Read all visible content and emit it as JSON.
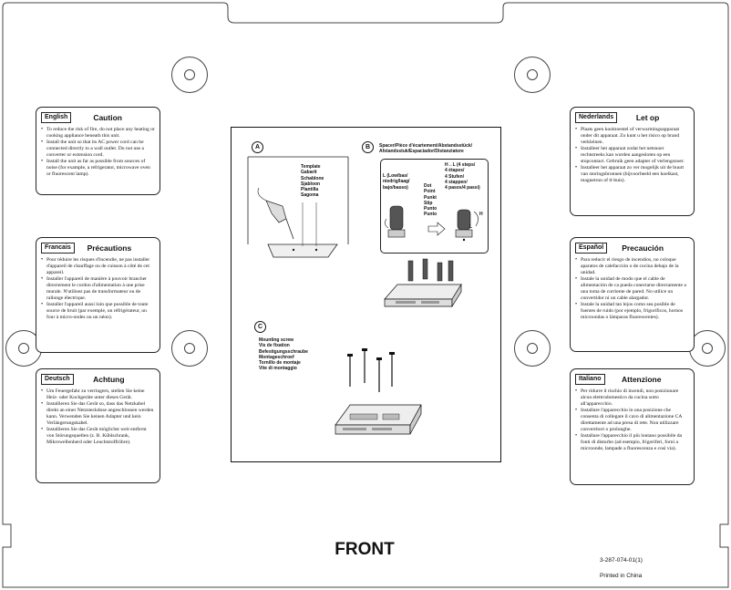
{
  "panels": {
    "english": {
      "language": "English",
      "title": "Caution",
      "items": [
        "To reduce the risk of fire, do not place any heating or cooking appliance beneath this unit.",
        "Install the unit so that its AC power cord can be connected directly to a wall outlet. Do not use a converter or extension cord.",
        "Install the unit as far as possible from sources of noise (for example, a refrigerator, microwave oven or fluorescent lamp)."
      ]
    },
    "francais": {
      "language": "Francais",
      "title": "Précautions",
      "items": [
        "Pour réduire les risques d'incendie, ne pas installer d'appareil de chauffage ou de cuisson à côté de cet appareil.",
        "Installer l'appareil de manière à pouvoir brancher directement le cordon d'alimentation à une prise murale. N'utilisez pas de transformateur ou de rallonge électrique.",
        "Installer l'appareil aussi loin que possible de toute source de bruit (par exemple, un réfrigérateur, un four à micro-ondes ou un néon)."
      ]
    },
    "deutsch": {
      "language": "Deutsch",
      "title": "Achtung",
      "items": [
        "Um Feuergefahr zu verringern, stellen Sie keine Heiz- oder Kochgeräte unter dieses Gerät.",
        "Installieren Sie das Gerät so, dass das Netzkabel direkt an einer Netzsteckdose angeschlossen werden kann. Verwenden Sie keinen Adapter und kein Verlängerungskabel.",
        "Installieren Sie das Gerät möglichst weit entfernt von Störungsquellen (z. B. Kühlschrank, Mikrowellenherd oder Leuchtstoffröhre)."
      ]
    },
    "nederlands": {
      "language": "Nederlands",
      "title": "Let op",
      "items": [
        "Plaats geen kooktoestel of verwarmingsapparaat onder dit apparaat. Zo kunt u het risico op brand verkleinen.",
        "Installeer het apparaat zodat het netsnoer rechtstreeks kan worden aangesloten op een stopcontact. Gebruik geen adapter of verlengsnoer.",
        "Installeer het apparaat zo ver mogelijk uit de buurt van storingsbronnen (bijvoorbeeld een koelkast, magnetron of tl-buis)."
      ]
    },
    "espanol": {
      "language": "Español",
      "title": "Precaución",
      "items": [
        "Para reducir el riesgo de incendios, no coloque aparatos de calefacción o de cocina debajo de la unidad.",
        "Instale la unidad de modo que el cable de alimentación de ca pueda conectarse directamente a una toma de corriente de pared. No utilice un convertidor ni un cable alargador.",
        "Instale la unidad tan lejos como sea posible de fuentes de ruido (por ejemplo, frigoríficos, hornos microondas o lámparas fluorescentes)."
      ]
    },
    "italiano": {
      "language": "Italiano",
      "title": "Attenzione",
      "items": [
        "Per ridurre il rischio di incendi, non posizionare alcun elettrodomestico da cucina sotto all'apparecchio.",
        "Installare l'apparecchio in una posizione che consenta di collegare il cavo di alimentazione CA direttamente ad una presa di rete. Non utilizzare convertitori o prolunghe.",
        "Installare l'apparecchio il più lontano possibile da fonti di disturbo (ad esempio, frigoriferi, forni a microonde, lampade a fluorescenza e così via)."
      ]
    }
  },
  "figure": {
    "label_a": "A",
    "label_b": "B",
    "label_c": "C",
    "template_labels": [
      "Template",
      "Gabarit",
      "Schablone",
      "Sjabloon",
      "Plantilla",
      "Sagoma"
    ],
    "spacer_title": [
      "Spacer/Pièce d'écartement/Abstandsstück/",
      "Afstandsstuk/Espaciador/Distanziatore"
    ],
    "low_labels": [
      "L (Low/bas/",
      "niedrig/laag/",
      "bajo/basso)"
    ],
    "high_labels": [
      "H↔L (4 steps/",
      "4 étapes/",
      "4 Stufen/",
      "4 stappen/",
      "4 pasos/4 passi)"
    ],
    "dot_labels": [
      "Dot",
      "Point",
      "Punkt",
      "Stip",
      "Punto",
      "Punto"
    ],
    "screw_labels": [
      "Mounting screw",
      "Vis de fixation",
      "Befestigungsschraube",
      "Montageschroef",
      "Tornillo de montaje",
      "Vite di montaggio"
    ],
    "marker_h": "H",
    "marker_l": "L"
  },
  "footer": {
    "front_label": "FRONT",
    "part_number": "3-287-074-01(1)",
    "printed_in": "Printed in China"
  }
}
